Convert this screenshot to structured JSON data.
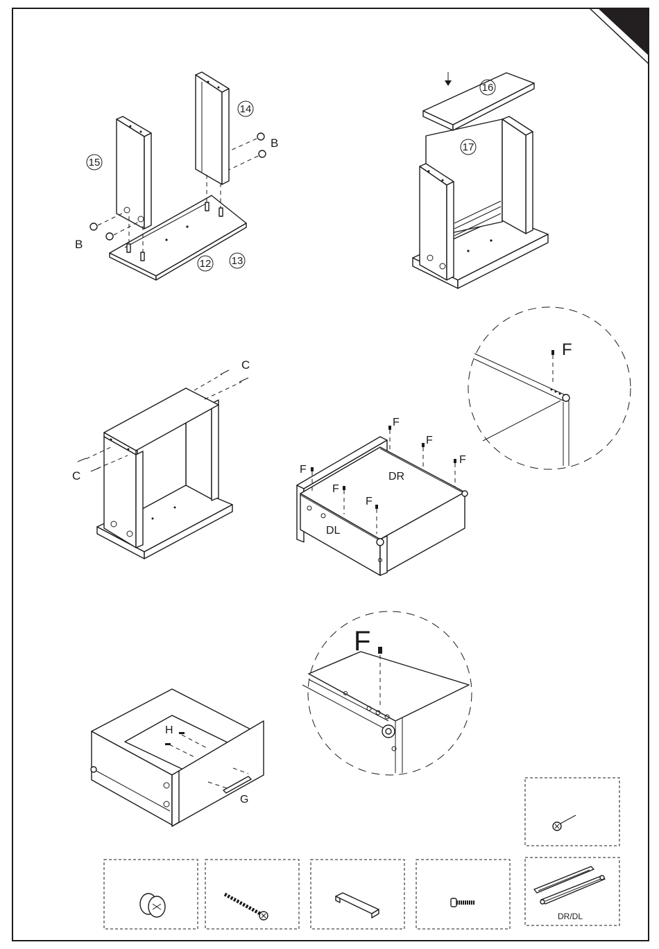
{
  "step1": {
    "labels": {
      "side_left_num": "15",
      "side_right_num": "14",
      "base_num_a": "12",
      "base_num_b": "13",
      "cam_a": "B",
      "cam_b": "B"
    }
  },
  "step2": {
    "labels": {
      "top_num": "16",
      "back_num": "17"
    }
  },
  "step3": {
    "labels": {
      "screw_top": "C",
      "screw_left": "C"
    }
  },
  "step4": {
    "labels": {
      "f1": "F",
      "f2": "F",
      "f3": "F",
      "f4": "F",
      "f5": "F",
      "f6": "F",
      "runner_right": "DR",
      "runner_left": "DL"
    },
    "detail_label": "F"
  },
  "step5": {
    "labels": {
      "h": "H",
      "g": "G"
    },
    "detail_label": "F"
  },
  "hardware": {
    "runner_caption": "DR/DL"
  },
  "colors": {
    "ink": "#1a1a1a",
    "corner": "#231f20"
  }
}
